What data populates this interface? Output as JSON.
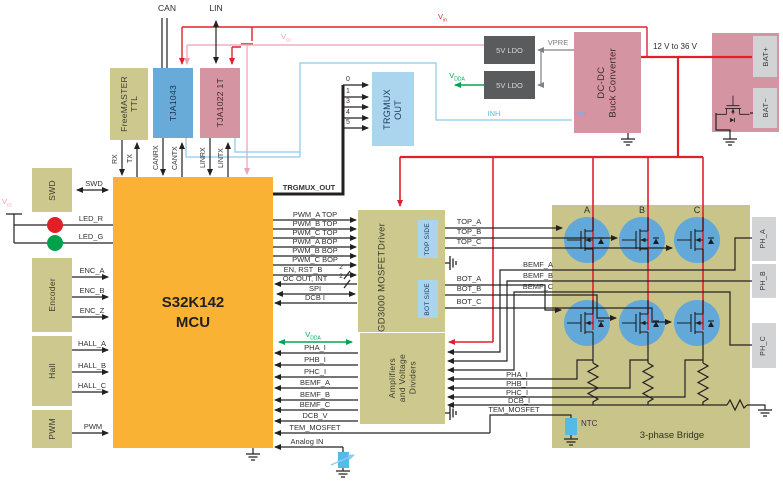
{
  "connectors": {
    "can": "CAN",
    "lin": "LIN"
  },
  "power": {
    "vin": {
      "base": "V",
      "sub": "in"
    },
    "vcc_top": {
      "base": "V",
      "sub": "cc"
    },
    "vcc_left": {
      "base": "V",
      "sub": "cc"
    },
    "vdda_ldo": {
      "base": "V",
      "sub": "DDA"
    },
    "vdda_mcu": {
      "base": "V",
      "sub": "DDA"
    },
    "vpre": "VPRE",
    "inh": "INH",
    "inh_pin": "INH",
    "ldo1": "5V LDO",
    "ldo2": "5V LDO",
    "range": "12 V to 36 V"
  },
  "blocks": {
    "freemaster": {
      "l1": "FreeMASTER",
      "l2": "TTL"
    },
    "tja1043": "TJA1043",
    "tja1022": "TJA1022 1T",
    "trgmux": {
      "l1": "TRGMUX",
      "l2": "OUT"
    },
    "dcdc": {
      "l1": "DC-DC",
      "l2": "Buck Converter"
    },
    "battery": {
      "plus": "BAT+",
      "minus": "BAT−"
    },
    "mcu": {
      "l1": "S32K142",
      "l2": "MCU"
    },
    "gd3000": {
      "l1": "GD3000 MOSFET",
      "l2": "Driver",
      "top": "TOP SIDE",
      "bot": "BOT SIDE"
    },
    "amplifiers": {
      "l1": "Amplifiers",
      "l2": "and Voltage",
      "l3": "Dividers"
    },
    "bridge": "3-phase Bridge",
    "swd": "SWD",
    "encoder": "Encoder",
    "hall": "Hall",
    "pwm": "PWM",
    "ntc": "NTC",
    "ph": [
      "PH_A",
      "PH_B",
      "PH_C"
    ]
  },
  "mcu_pins": {
    "uart": [
      "RX",
      "TX"
    ],
    "can": [
      "CANRX",
      "CANTX"
    ],
    "lin": [
      "LINRX",
      "LINTX"
    ],
    "swd": "SWD",
    "led_r": "LED_R",
    "led_g": "LED_G",
    "enc": [
      "ENC_A",
      "ENC_B",
      "ENC_Z"
    ],
    "hall": [
      "HALL_A",
      "HALL_B",
      "HALL_C"
    ],
    "pwm": "PWM",
    "trgmux_out": "TRGMUX_OUT",
    "pwm_rows": [
      "PWM_A TOP",
      "PWM_B TOP",
      "PWM_C TOP",
      "PWM_A BOP",
      "PWM_B BOP",
      "PWM_C BOP"
    ],
    "ctrl_rows": [
      "EN, RST_B",
      "OC OUT, INT",
      "SPI",
      "DCB I"
    ],
    "bus_width": "2",
    "analog_rows": [
      "PHA_I",
      "PHB_I",
      "PHC_I",
      "BEMF_A",
      "BEMF_B",
      "BEMF_C",
      "DCB_V",
      "TEM_MOSFET",
      "Analog IN"
    ]
  },
  "trgmux_inputs": [
    "0",
    "1",
    "3",
    "4",
    "5"
  ],
  "driver_out": {
    "top": [
      "TOP_A",
      "TOP_B",
      "TOP_C"
    ],
    "bot": [
      "BOT_A",
      "BOT_B",
      "BOT_C"
    ]
  },
  "bridge_labels": {
    "phases": [
      "A",
      "B",
      "C"
    ],
    "bemf": [
      "BEMF_A",
      "BEMF_B",
      "BEMF_C"
    ],
    "currents": [
      "PHA_I",
      "PHB_I",
      "PHC_I",
      "DCB_I"
    ],
    "tem": "TEM_MOSFET"
  },
  "colors": {
    "mcu": "#f9b233",
    "olive_block": "#cdc98e",
    "blue_block": "#68abd9",
    "pink_block": "#d494a1",
    "light_blue_block": "#abd5ee",
    "dark_gray_block": "#5a5b5d",
    "wire_black": "#242021",
    "wire_red": "#e2202b",
    "wire_pink": "#f0aec0",
    "wire_blue": "#8ecbec",
    "wire_green": "#00a551",
    "wire_gray": "#808285",
    "led_red": "#e01f26",
    "led_green": "#00a14b",
    "ntc_blue": "#53bbe6"
  }
}
